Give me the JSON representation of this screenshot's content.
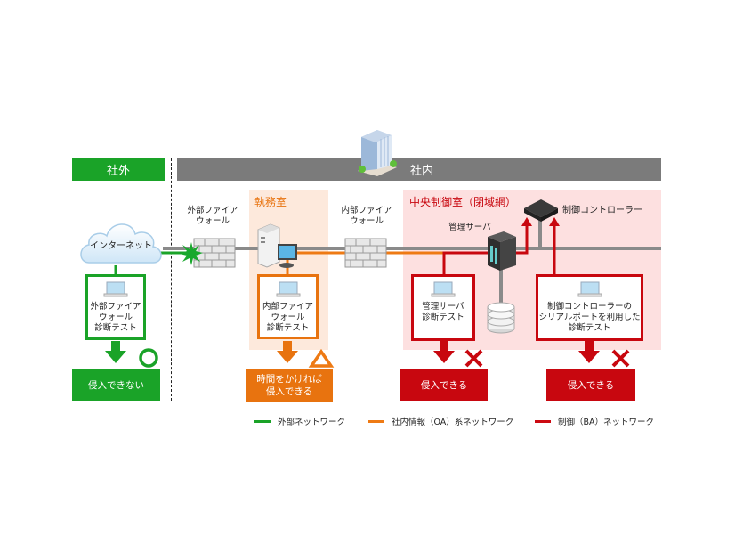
{
  "headers": {
    "outside": "社外",
    "inside": "社内"
  },
  "zones": {
    "office": "執務室",
    "control_room": "中央制御室（閉域網）"
  },
  "devices": {
    "internet": "インターネット",
    "external_firewall": "外部ファイア\nウォール",
    "internal_firewall": "内部ファイア\nウォール",
    "management_server": "管理サーバ",
    "controller": "制御コントローラー"
  },
  "tests": [
    {
      "label": "外部ファイア\nウォール\n診断テスト",
      "verdict_icon": "circle",
      "result": "侵入できない",
      "network": "external"
    },
    {
      "label": "内部ファイア\nウォール\n診断テスト",
      "verdict_icon": "triangle",
      "result": "時間をかければ\n侵入できる",
      "network": "oa"
    },
    {
      "label": "管理サーバ\n診断テスト",
      "verdict_icon": "cross",
      "result": "侵入できる",
      "network": "ba"
    },
    {
      "label": "制御コントローラーの\nシリアルポートを利用した\n診断テスト",
      "verdict_icon": "cross",
      "result": "侵入できる",
      "network": "ba"
    }
  ],
  "legend": [
    {
      "label": "外部ネットワーク",
      "color": "#1aa328"
    },
    {
      "label": "社内情報（OA）系ネットワーク",
      "color": "#ee7a14"
    },
    {
      "label": "制御（BA）ネットワーク",
      "color": "#cc0a12"
    }
  ],
  "colors": {
    "green": "#1aa328",
    "orange": "#e8730f",
    "red": "#c8070f",
    "gray_bar": "#7b7b7b",
    "office_bg": "#fde9dc",
    "control_bg": "#fde0e0",
    "network_line": "#8a8a8a"
  }
}
